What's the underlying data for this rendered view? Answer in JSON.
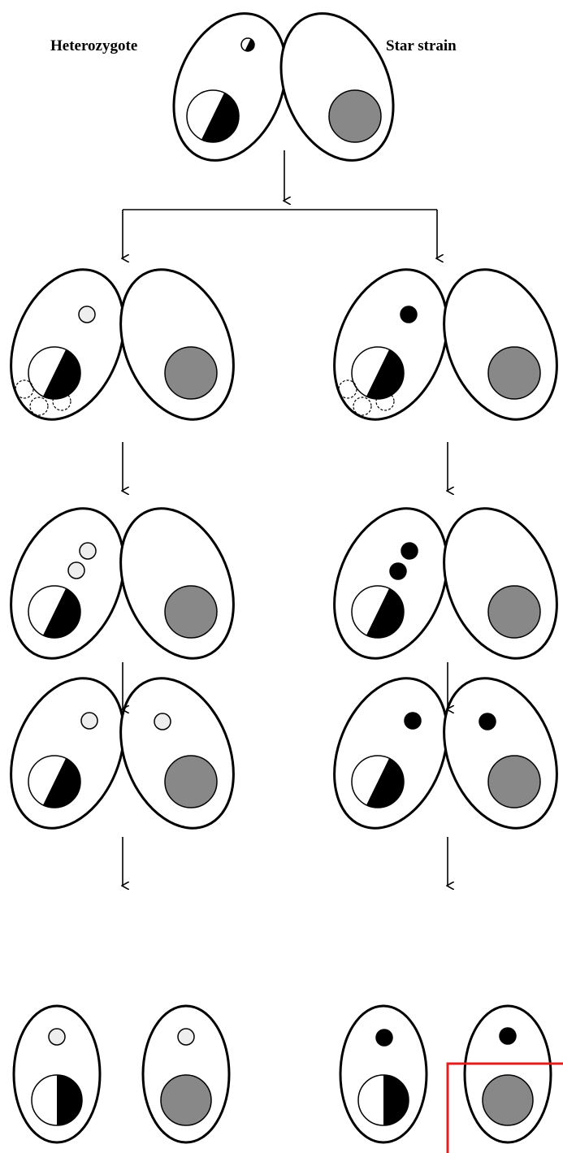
{
  "labels": {
    "left": "Heterozygote",
    "right": "Star strain"
  },
  "colors": {
    "outline": "#000000",
    "macronucleus_fill": "#888888",
    "light_micronucleus": "#eeeeee",
    "dark_micronucleus": "#000000",
    "highlight_box": "#e0201f"
  },
  "branches": [
    {
      "name": "heterozygote-branch",
      "micronucleus_shade": "light"
    },
    {
      "name": "star-strain-branch",
      "micronucleus_shade": "dark"
    }
  ],
  "stages": [
    "conjugating pair",
    "meiosis with degenerating products",
    "mitotic division",
    "reciprocal exchange",
    "separation of exconjugants"
  ]
}
